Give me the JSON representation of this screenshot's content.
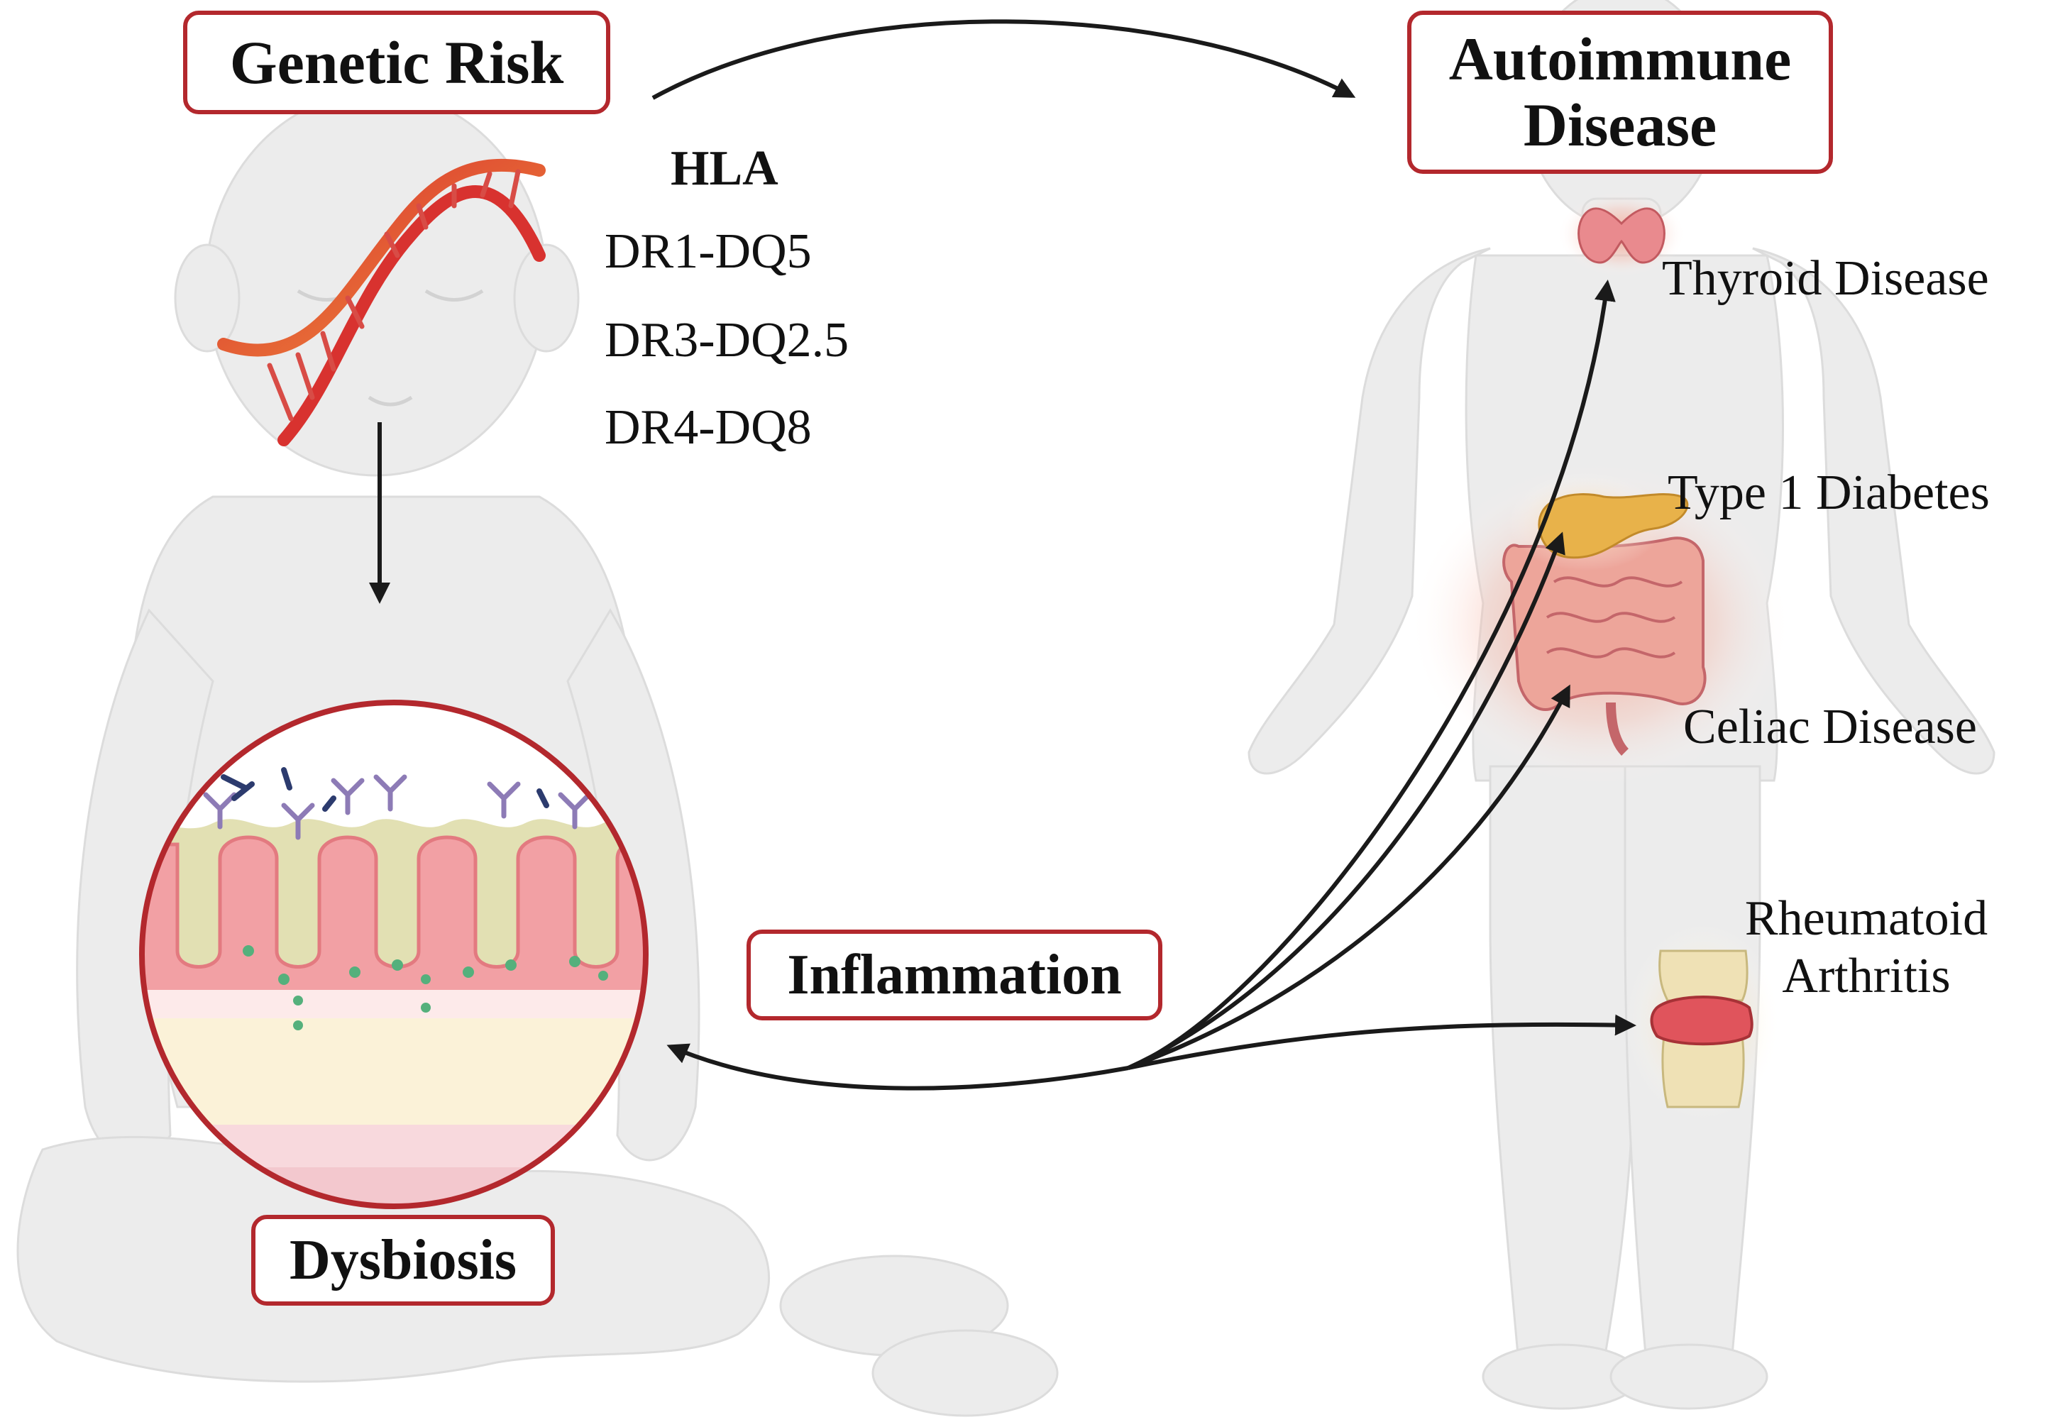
{
  "labels": {
    "genetic_risk": "Genetic Risk",
    "autoimmune_disease": "Autoimmune\nDisease",
    "inflammation": "Inflammation",
    "dysbiosis": "Dysbiosis"
  },
  "hla": {
    "title": "HLA",
    "haplotypes": [
      "DR1-DQ5",
      "DR3-DQ2.5",
      "DR4-DQ8"
    ]
  },
  "diseases": {
    "thyroid": "Thyroid Disease",
    "type1_diabetes": "Type 1 Diabetes",
    "celiac": "Celiac Disease",
    "rheumatoid_arthritis": "Rheumatoid\nArthritis"
  },
  "colors": {
    "box_border": "#b3282d",
    "arrow": "#1a1a1a",
    "silhouette": "#e8e8e8",
    "dna_red": "#d8322f",
    "dna_orange": "#ef8a3a",
    "mucosa_pink": "#f2a0a4",
    "mucus_green": "#e2e0b3",
    "glow": "#f7b2a2",
    "pancreas": "#e8b24a",
    "bone": "#efe1b5"
  }
}
